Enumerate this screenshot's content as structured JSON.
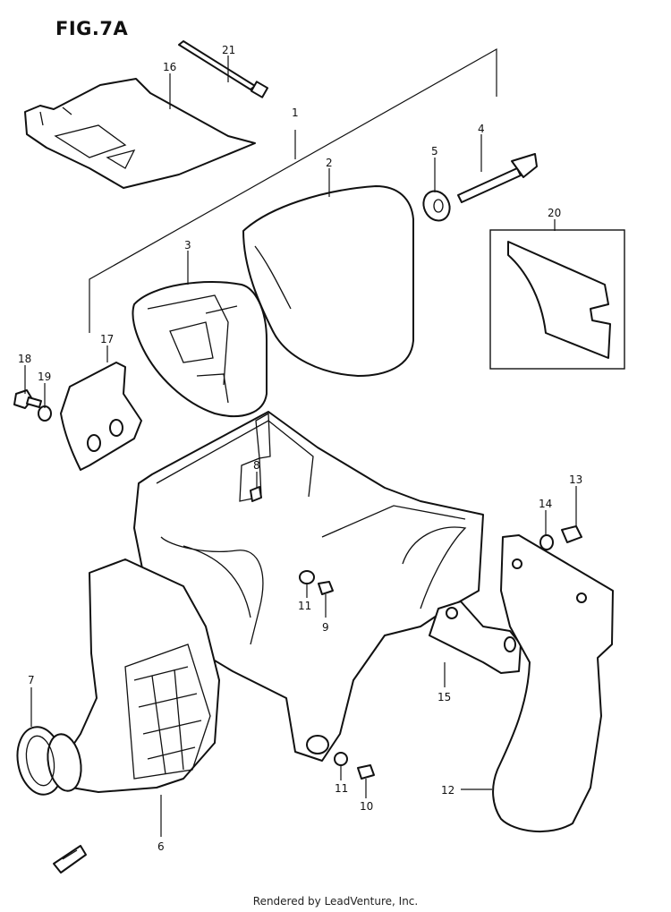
{
  "figure": {
    "title": "FIG.7A"
  },
  "footer": {
    "text": "Rendered by LeadVenture, Inc."
  },
  "callouts": [
    {
      "id": "c21",
      "label": "21"
    },
    {
      "id": "c16",
      "label": "16"
    },
    {
      "id": "c1",
      "label": "1"
    },
    {
      "id": "c4",
      "label": "4"
    },
    {
      "id": "c5",
      "label": "5"
    },
    {
      "id": "c2",
      "label": "2"
    },
    {
      "id": "c20",
      "label": "20"
    },
    {
      "id": "c3",
      "label": "3"
    },
    {
      "id": "c17",
      "label": "17"
    },
    {
      "id": "c18",
      "label": "18"
    },
    {
      "id": "c19",
      "label": "19"
    },
    {
      "id": "c8",
      "label": "8"
    },
    {
      "id": "c13",
      "label": "13"
    },
    {
      "id": "c14",
      "label": "14"
    },
    {
      "id": "c11a",
      "label": "11"
    },
    {
      "id": "c9",
      "label": "9"
    },
    {
      "id": "c15",
      "label": "15"
    },
    {
      "id": "c7",
      "label": "7"
    },
    {
      "id": "c11b",
      "label": "11"
    },
    {
      "id": "c10",
      "label": "10"
    },
    {
      "id": "c12",
      "label": "12"
    },
    {
      "id": "c6",
      "label": "6"
    }
  ]
}
